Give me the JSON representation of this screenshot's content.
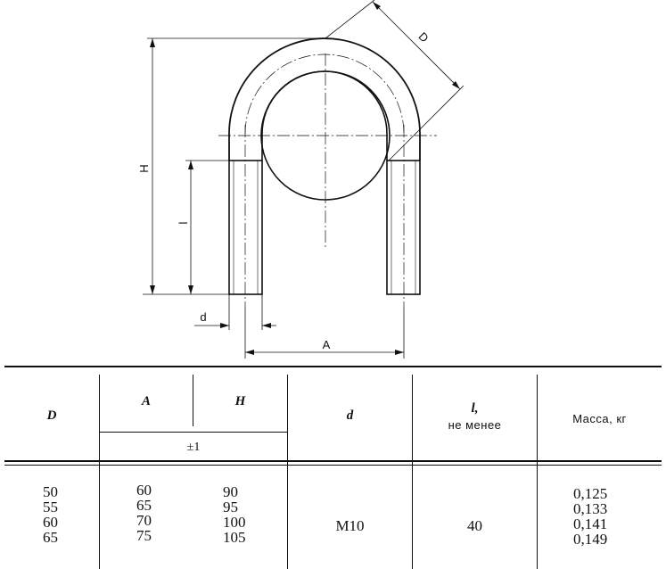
{
  "drawing": {
    "labels": {
      "D": "D",
      "H": "H",
      "l": "l",
      "d": "d",
      "A": "A"
    }
  },
  "table": {
    "headers": {
      "D": "D",
      "A": "A",
      "H": "H",
      "tolerance": "±1",
      "d": "d",
      "l": "l,",
      "l_note": "не менее",
      "mass": "Масса, кг"
    },
    "columns": {
      "D": [
        "50",
        "55",
        "60",
        "65"
      ],
      "A": [
        "60",
        "65",
        "70",
        "75"
      ],
      "H": [
        "90",
        "95",
        "100",
        "105"
      ],
      "d": "M10",
      "l": "40",
      "mass": [
        "0,125",
        "0,133",
        "0,141",
        "0,149"
      ]
    }
  }
}
